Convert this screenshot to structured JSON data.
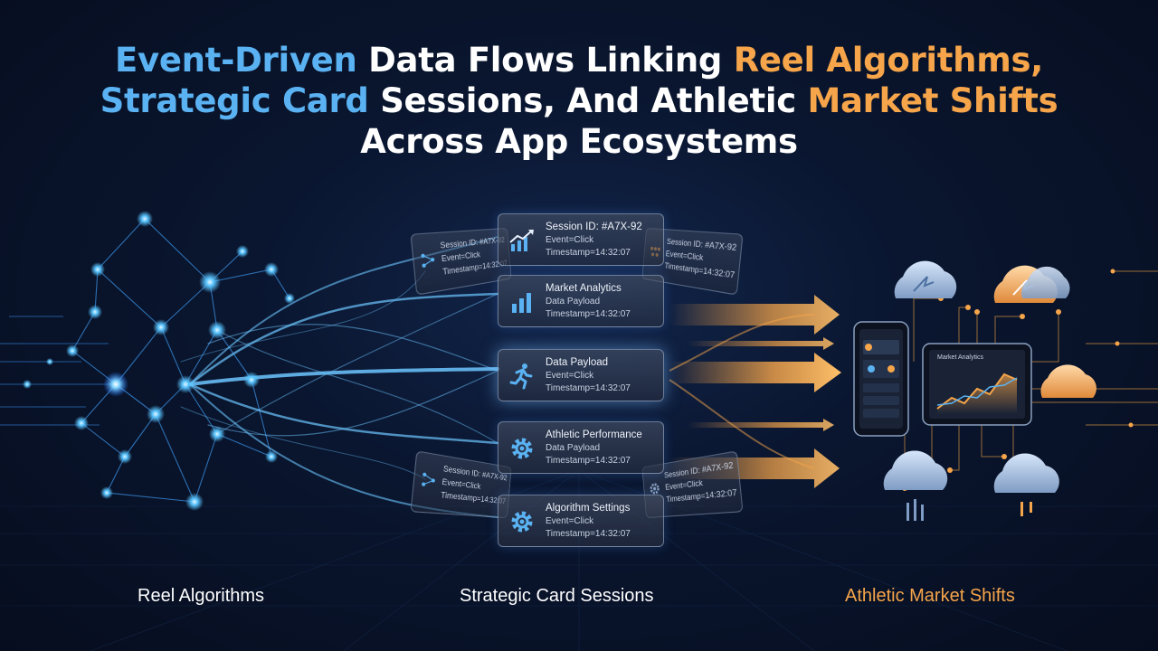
{
  "title": {
    "segments": [
      {
        "text": "Event-Driven ",
        "color": "blue"
      },
      {
        "text": "Data Flows Linking ",
        "color": "white"
      },
      {
        "text": "Reel Algorithms,",
        "color": "orange"
      },
      {
        "text": "Strategic Card ",
        "color": "blue"
      },
      {
        "text": "Sessions, And Athletic ",
        "color": "white"
      },
      {
        "text": "Market Shifts",
        "color": "orange"
      },
      {
        "text": "Across App Ecosystems",
        "color": "white"
      }
    ]
  },
  "cards": [
    {
      "icon": "trend-chart-icon",
      "line1": "Session ID: #A7X-92",
      "line2": "Event=Click",
      "line3": "Timestamp=14:32:07"
    },
    {
      "icon": "bar-chart-icon",
      "line1": "Market Analytics",
      "line2": "Data Payload",
      "line3": "Timestamp=14:32:07"
    },
    {
      "icon": "runner-icon",
      "line1": "Data Payload",
      "line2": "Event=Click",
      "line3": "Timestamp=14:32:07"
    },
    {
      "icon": "gear-icon",
      "line1": "Athletic Performance",
      "line2": "Data Payload",
      "line3": "Timestamp=14:32:07"
    },
    {
      "icon": "gear-icon",
      "line1": "Algorithm Settings",
      "line2": "Event=Click",
      "line3": "Timestamp=14:32:07"
    }
  ],
  "side_cards": [
    {
      "icon": "network-icon",
      "line1": "Session ID: #A7X-92",
      "line2": "Event=Click",
      "line3": "Timestamp=14:32:07"
    },
    {
      "icon": "dots-icon",
      "line1": "Session ID: #A7X-92",
      "line2": "Event=Click",
      "line3": "Timestamp=14:32:07"
    },
    {
      "icon": "network-icon",
      "line1": "Session ID: #A7X-92",
      "line2": "Event=Click",
      "line3": "Timestamp=14:32:07"
    },
    {
      "icon": "gear-icon",
      "line1": "Session ID: #A7X-92",
      "line2": "Event=Click",
      "line3": "Timestamp=14:32:07"
    }
  ],
  "devices": {
    "tablet_title": "Market Analytics"
  },
  "labels": {
    "left": "Reel Algorithms",
    "center": "Strategic Card Sessions",
    "right": "Athletic Market Shifts"
  },
  "colors": {
    "blue": "#5ab2f2",
    "orange": "#f6a54a",
    "white": "#ffffff",
    "background": "#0a1630"
  }
}
